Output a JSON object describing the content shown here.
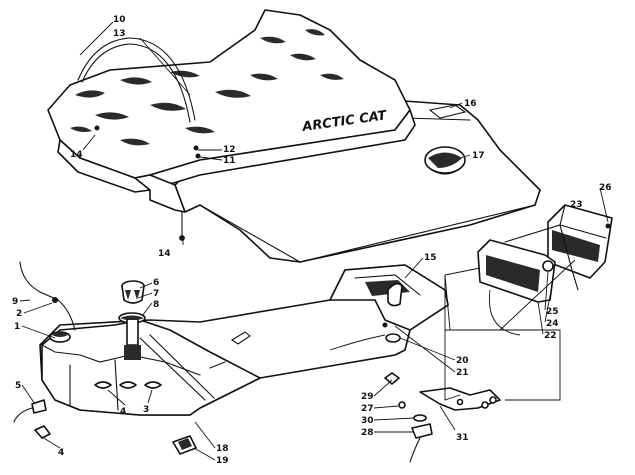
{
  "brand_text": "ARCTIC CAT",
  "callouts": [
    {
      "id": "c10",
      "label": "10"
    },
    {
      "id": "c13",
      "label": "13"
    },
    {
      "id": "c16",
      "label": "16"
    },
    {
      "id": "c12",
      "label": "12"
    },
    {
      "id": "c11",
      "label": "11"
    },
    {
      "id": "c17",
      "label": "17"
    },
    {
      "id": "c14a",
      "label": "14"
    },
    {
      "id": "c14b",
      "label": "14"
    },
    {
      "id": "c26",
      "label": "26"
    },
    {
      "id": "c23",
      "label": "23"
    },
    {
      "id": "c15",
      "label": "15"
    },
    {
      "id": "c6",
      "label": "6"
    },
    {
      "id": "c7",
      "label": "7"
    },
    {
      "id": "c8",
      "label": "8"
    },
    {
      "id": "c9",
      "label": "9"
    },
    {
      "id": "c2",
      "label": "2"
    },
    {
      "id": "c1",
      "label": "1"
    },
    {
      "id": "c25",
      "label": "25"
    },
    {
      "id": "c24",
      "label": "24"
    },
    {
      "id": "c22",
      "label": "22"
    },
    {
      "id": "c20",
      "label": "20"
    },
    {
      "id": "c21",
      "label": "21"
    },
    {
      "id": "c5",
      "label": "5"
    },
    {
      "id": "c4a",
      "label": "4"
    },
    {
      "id": "c3",
      "label": "3"
    },
    {
      "id": "c29",
      "label": "29"
    },
    {
      "id": "c27",
      "label": "27"
    },
    {
      "id": "c30",
      "label": "30"
    },
    {
      "id": "c28",
      "label": "28"
    },
    {
      "id": "c31",
      "label": "31"
    },
    {
      "id": "c18",
      "label": "18"
    },
    {
      "id": "c19",
      "label": "19"
    },
    {
      "id": "c4b",
      "label": "4"
    }
  ]
}
